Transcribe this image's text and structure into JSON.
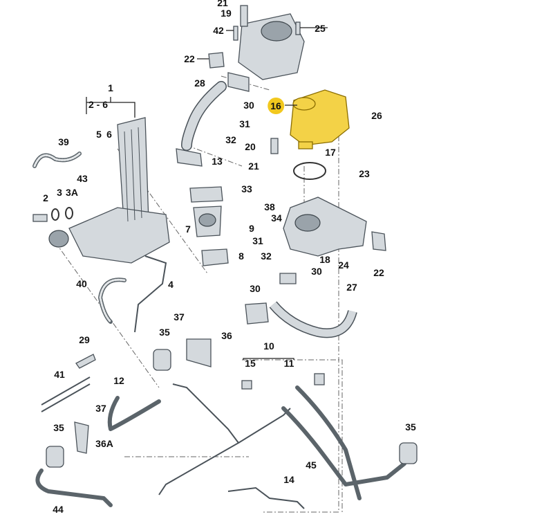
{
  "diagram": {
    "highlight_color": "#f2c81e",
    "highlighted_part": "16",
    "labels": [
      "21",
      "19",
      "42",
      "25",
      "22",
      "28",
      "30",
      "16",
      "26",
      "31",
      "32",
      "20",
      "13",
      "17",
      "21",
      "23",
      "33",
      "38",
      "34",
      "9",
      "7",
      "31",
      "8",
      "32",
      "18",
      "24",
      "22",
      "30",
      "30",
      "27",
      "1",
      "2 - 6",
      "39",
      "5",
      "6",
      "43",
      "2",
      "3",
      "3A",
      "40",
      "4",
      "37",
      "36",
      "35",
      "29",
      "10",
      "15",
      "11",
      "41",
      "12",
      "37",
      "35",
      "36A",
      "35",
      "45",
      "14",
      "44"
    ]
  }
}
